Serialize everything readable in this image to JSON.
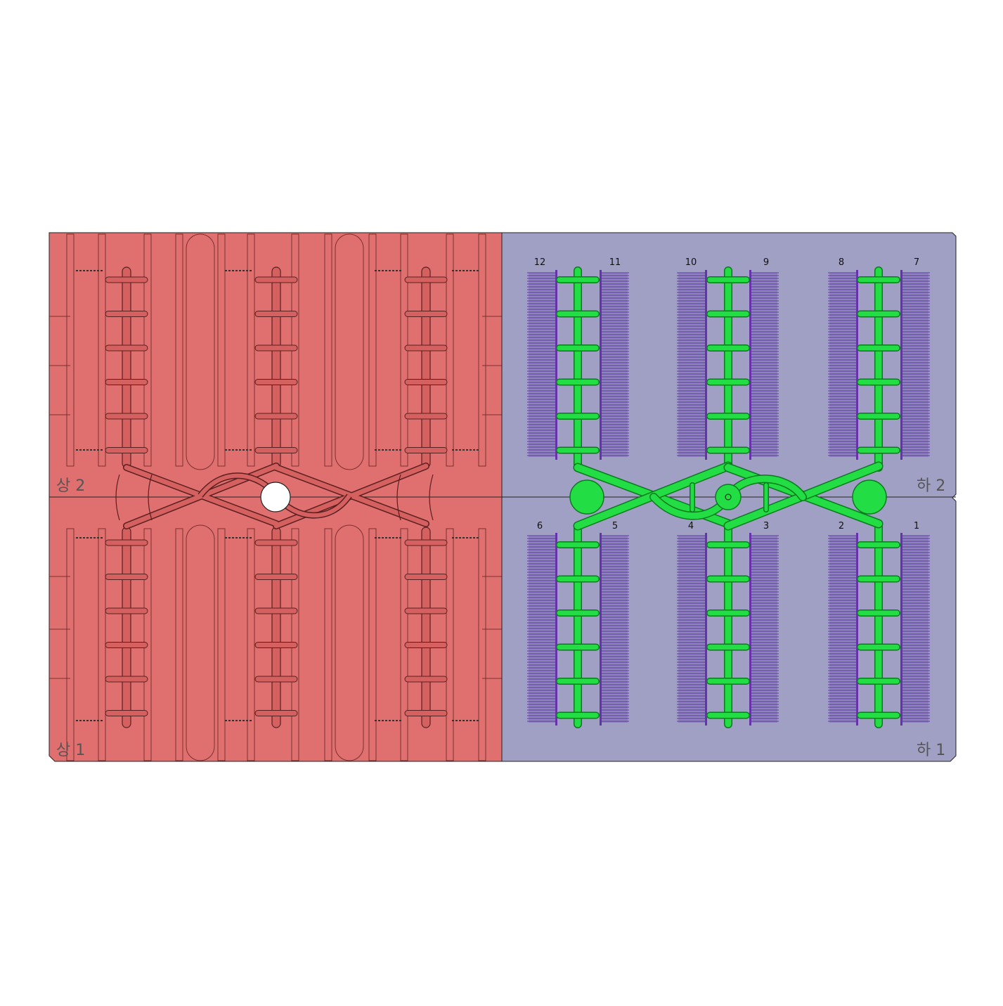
{
  "colors": {
    "upper_plate": "#e07070",
    "upper_rib": "#d46060",
    "lower_plate": "#a0a0c4",
    "runner": "#22dd44",
    "runner_edge": "#0a7a1e",
    "cavity": "#6633aa",
    "line": "#222222",
    "label": "#444444"
  },
  "upper_plate": {
    "label_top": "상 2",
    "label_bottom": "상 1",
    "branches_per_column": 6
  },
  "lower_plate": {
    "label_top": "하 2",
    "label_bottom": "하 1",
    "cavity_numbers_top": [
      "12",
      "11",
      "10",
      "9",
      "8",
      "7"
    ],
    "cavity_numbers_bottom": [
      "6",
      "5",
      "4",
      "3",
      "2",
      "1"
    ],
    "branches_per_column": 6
  }
}
